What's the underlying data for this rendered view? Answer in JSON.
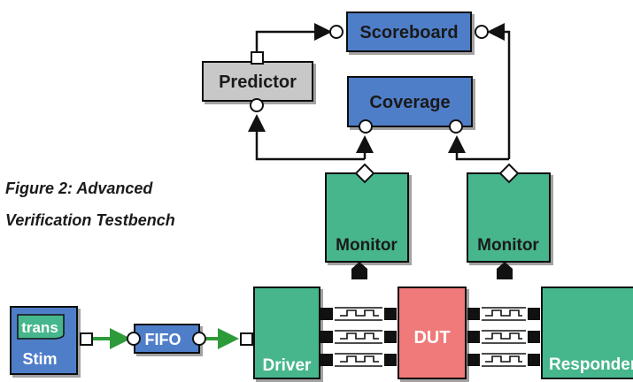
{
  "caption": {
    "line1": "Figure 2: Advanced",
    "line2": "Verification Testbench"
  },
  "blocks": {
    "scoreboard": "Scoreboard",
    "predictor": "Predictor",
    "coverage": "Coverage",
    "monitor_left": "Monitor",
    "monitor_right": "Monitor",
    "stim": "Stim",
    "trans": "trans",
    "fifo": "FIFO",
    "driver": "Driver",
    "dut": "DUT",
    "responder": "Responder"
  },
  "colors": {
    "blue_box": "#4f7ec9",
    "gray_box": "#c8c8c8",
    "green_box": "#46b68c",
    "dut_box": "#f07a7a",
    "green_arrow": "#2e9b3a",
    "line": "#111111"
  }
}
